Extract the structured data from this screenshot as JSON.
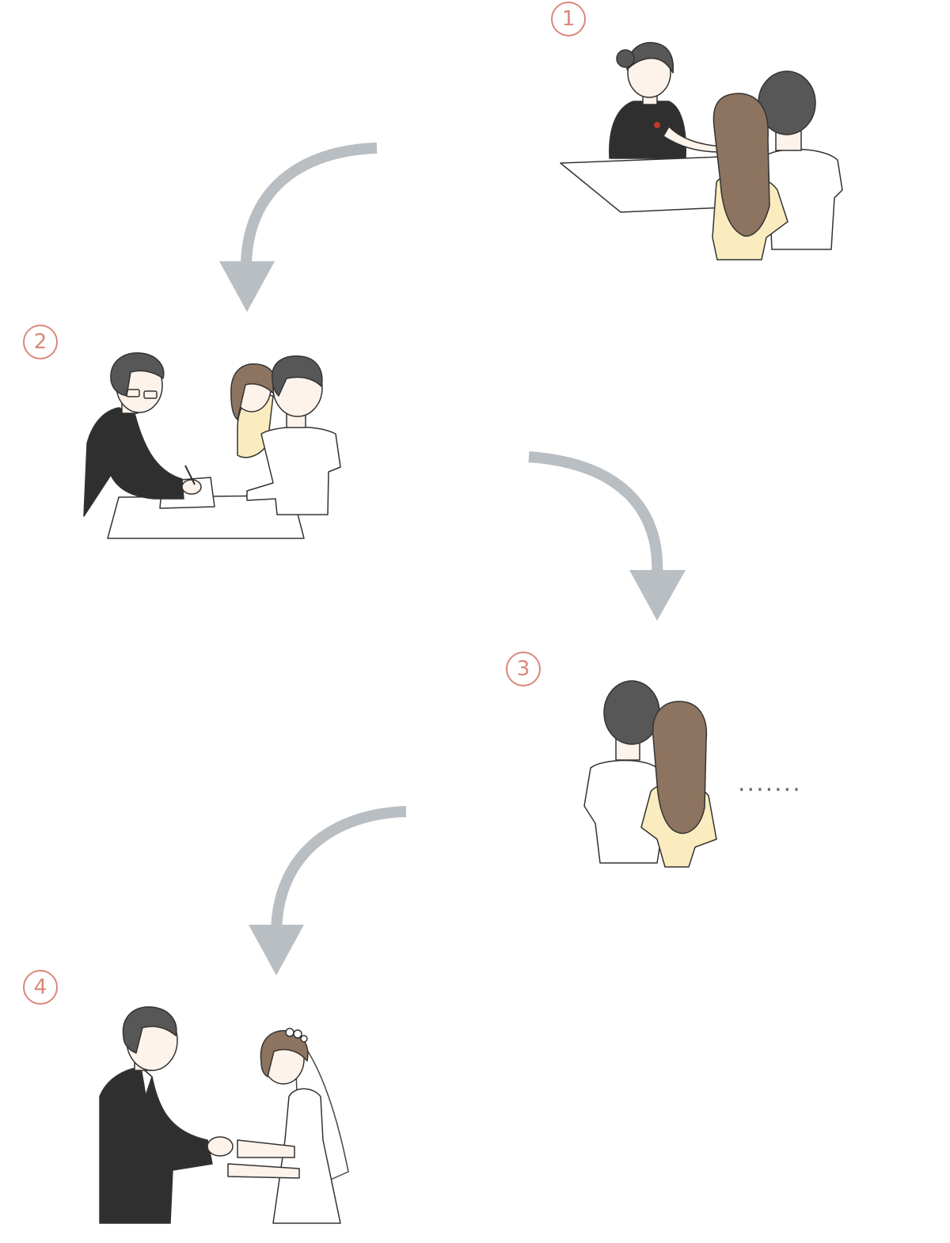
{
  "steps": [
    {
      "number": "1"
    },
    {
      "number": "2"
    },
    {
      "number": "3"
    },
    {
      "number": "4"
    }
  ],
  "ellipsis": ".......",
  "colors": {
    "arrow": "#b9bec3",
    "step_number": "#d98878",
    "hair_dark": "#575757",
    "hair_brown": "#8d7460",
    "suit": "#2f2f2f",
    "skin": "#fdf3ea",
    "dress_yellow": "#fbecc0",
    "line": "#333333"
  },
  "icons": [
    "flow-arrow",
    "step-number-badge",
    "ellipsis"
  ]
}
